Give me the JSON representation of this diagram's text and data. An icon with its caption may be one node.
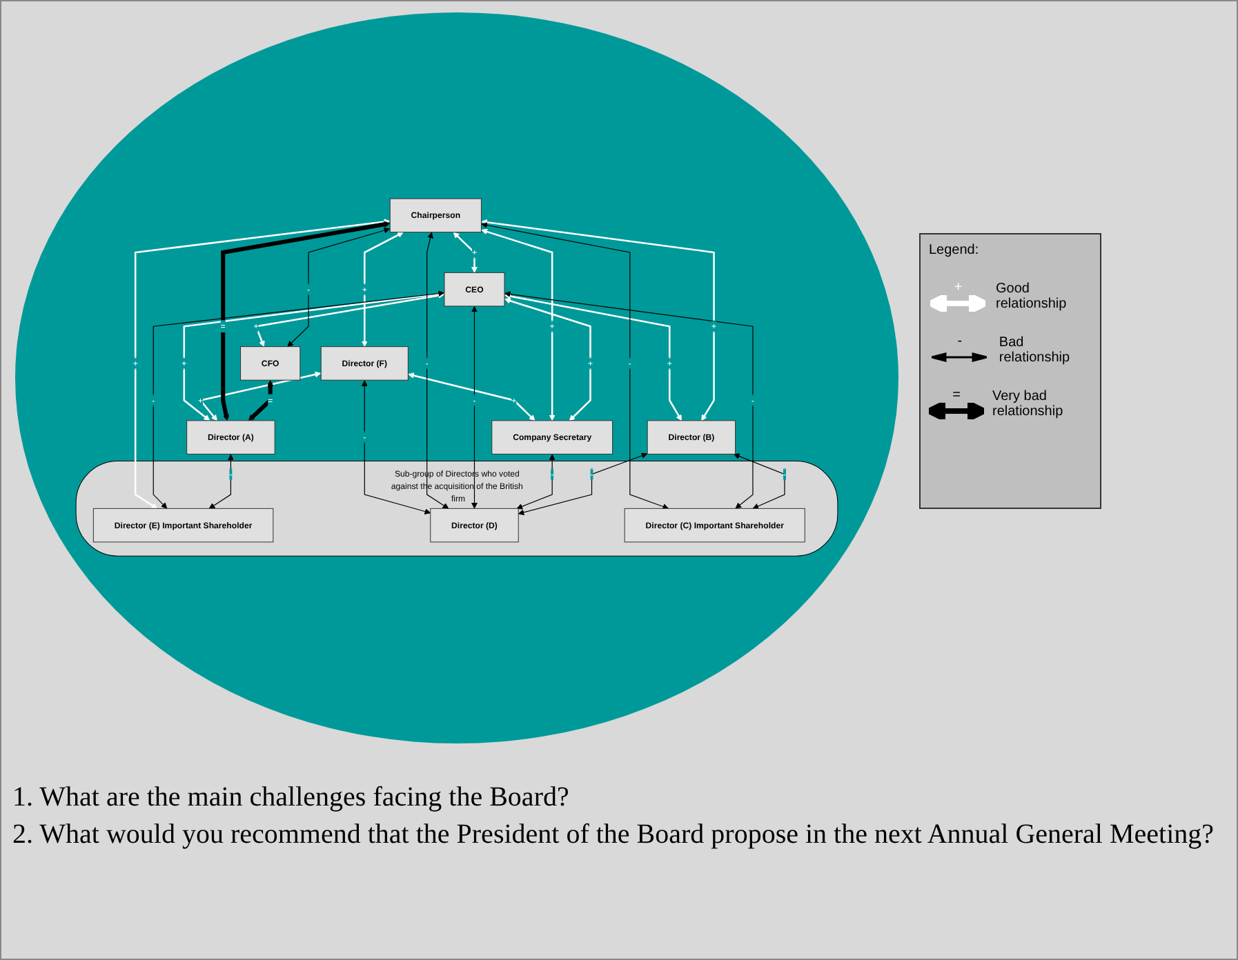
{
  "diagram": {
    "nodes": [
      {
        "text": [
          "CEO"
        ]
      },
      {
        "text": [
          "Chairperson"
        ]
      },
      {
        "text": [
          "CFO"
        ]
      },
      {
        "text": [
          "Director (F)"
        ]
      },
      {
        "text": [
          "Director (A)"
        ]
      },
      {
        "text": [
          "Company Secretary"
        ]
      },
      {
        "text": [
          "Director (B)"
        ]
      },
      {
        "text": [
          "Sub-group of Directors who voted against the acquisition of the British firm"
        ]
      },
      {
        "text": [
          "Director (E) Important Shareholder"
        ],
        "in": 7
      },
      {
        "text": [
          "Director (D)"
        ],
        "in": 7
      },
      {
        "text": [
          "Director (C) Important Shareholder"
        ],
        "in": 7
      }
    ],
    "edges": [
      {
        "from": 1,
        "to": 0,
        "arrow": "both",
        "label": "+",
        "color": "#ffffff"
      },
      {
        "from": 0,
        "to": 2,
        "arrow": "both",
        "label": "+",
        "color": "#ffffff"
      },
      {
        "from": 0,
        "to": 4,
        "arrow": "both",
        "label": "+",
        "color": "#ffffff"
      },
      {
        "from": 0,
        "to": 6,
        "arrow": "both",
        "label": "+",
        "color": "#ffffff"
      },
      {
        "from": 1,
        "to": 6,
        "arrow": "both",
        "label": "+",
        "color": "#ffffff"
      },
      {
        "from": 3,
        "to": 4,
        "arrow": "both",
        "label": "+",
        "color": "#ffffff"
      },
      {
        "from": 1,
        "to": 3,
        "arrow": "both",
        "label": "+",
        "color": "#ffffff"
      },
      {
        "from": 3,
        "to": 5,
        "arrow": "both",
        "label": "+",
        "color": "#ffffff"
      },
      {
        "from": 1,
        "to": 5,
        "arrow": "both",
        "label": "+",
        "color": "#ffffff"
      },
      {
        "from": 0,
        "to": 5,
        "arrow": "both",
        "label": "+",
        "color": "#ffffff"
      },
      {
        "from": 1,
        "to": 8,
        "arrow": "both",
        "label": "+",
        "color": "#ffffff"
      },
      {
        "from": 1,
        "to": 2,
        "arrow": "both",
        "label": "-"
      },
      {
        "from": 1,
        "to": 4,
        "arrow": "both",
        "label": "=",
        "style": "thick"
      },
      {
        "from": 2,
        "to": 4,
        "arrow": "both",
        "label": "=",
        "style": "thick"
      },
      {
        "from": 3,
        "to": 9,
        "arrow": "both",
        "label": "-"
      },
      {
        "from": 1,
        "to": 9,
        "arrow": "both",
        "label": "-"
      },
      {
        "from": 1,
        "to": 10,
        "arrow": "both",
        "label": "-"
      },
      {
        "from": 0,
        "to": 8,
        "arrow": "both",
        "label": "-"
      },
      {
        "from": 0,
        "to": 9,
        "arrow": "both",
        "label": "-"
      },
      {
        "from": 0,
        "to": 10,
        "arrow": "both",
        "label": "-"
      },
      {
        "from": 5,
        "to": 9,
        "arrow": "both",
        "label": "-"
      },
      {
        "from": 4,
        "to": 8,
        "arrow": "both",
        "label": "-"
      },
      {
        "from": 6,
        "to": 9,
        "arrow": "both",
        "label": "-"
      },
      {
        "from": 6,
        "to": 10,
        "arrow": "both",
        "label": "-"
      }
    ],
    "labels": [
      "Legend:",
      "+",
      "-",
      "=",
      "1. What are the main challenges facing the Board?",
      "2. What would you recommend that the President of the Board propose in the next Annual General Meeting?"
    ],
    "legend": [
      {
        "text": "Good relationship"
      },
      {
        "text": "Bad relationship"
      },
      {
        "text": "Very bad relationship"
      }
    ]
  }
}
